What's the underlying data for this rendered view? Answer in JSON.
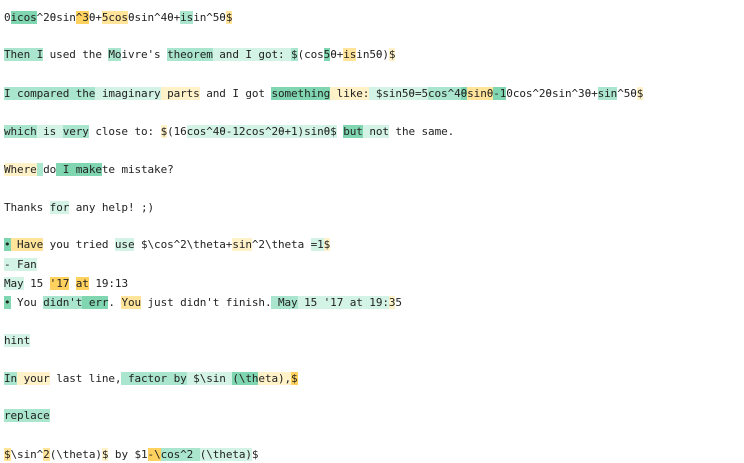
{
  "lines": [
    [
      [
        "0",
        ""
      ],
      [
        "icos",
        ""
      ],
      [
        "^2θsin",
        ""
      ],
      [
        "^3",
        ""
      ],
      [
        "θ+",
        ""
      ],
      [
        "5cos",
        ""
      ],
      [
        "θsin^4θ+",
        ""
      ],
      [
        "is",
        ""
      ],
      [
        "in^5θ",
        ""
      ],
      [
        "$",
        ""
      ]
    ],
    [
      [
        "Then I",
        ""
      ],
      [
        " used the ",
        ""
      ],
      [
        "Mo",
        ""
      ],
      [
        "ivre's ",
        ""
      ],
      [
        "theorem",
        ""
      ],
      [
        " and",
        ""
      ],
      [
        " I got: ",
        ""
      ],
      [
        "$",
        ""
      ],
      [
        "(cos",
        ""
      ],
      [
        "5",
        ""
      ],
      [
        "θ+",
        ""
      ],
      [
        "is",
        ""
      ],
      [
        "in5θ)",
        ""
      ],
      [
        "$",
        ""
      ]
    ],
    [
      [
        "I",
        ""
      ],
      [
        " compared the",
        ""
      ],
      [
        " imaginary",
        ""
      ],
      [
        " parts",
        ""
      ],
      [
        " and I got ",
        ""
      ],
      [
        "something",
        ""
      ],
      [
        " like:",
        ""
      ],
      [
        " $sin5θ=5",
        ""
      ],
      [
        "cos^4",
        ""
      ],
      [
        "θ",
        ""
      ],
      [
        "sinθ",
        ""
      ],
      [
        "-1",
        ""
      ],
      [
        "0cos^2θsin^3θ+",
        ""
      ],
      [
        "sin",
        ""
      ],
      [
        "^5θ",
        ""
      ],
      [
        "$",
        ""
      ]
    ],
    [
      [
        "which",
        ""
      ],
      [
        " is ",
        ""
      ],
      [
        "very",
        ""
      ],
      [
        " close to: ",
        ""
      ],
      [
        "$",
        ""
      ],
      [
        "(16",
        ""
      ],
      [
        "cos^4θ-12cos^2θ+1)sinθ$",
        ""
      ],
      [
        " ",
        ""
      ],
      [
        "but",
        ""
      ],
      [
        " not",
        ""
      ],
      [
        " the same.",
        ""
      ]
    ],
    [
      [
        "Where",
        ""
      ],
      [
        " ",
        ""
      ],
      [
        "do",
        ""
      ],
      [
        " I make",
        ""
      ],
      [
        "te",
        ""
      ],
      [
        " mistake?",
        ""
      ]
    ],
    [
      [
        "Thanks ",
        ""
      ],
      [
        "for",
        ""
      ],
      [
        " any help! ;)",
        ""
      ]
    ],
    [
      [
        "•",
        ""
      ],
      [
        " Have",
        ""
      ],
      [
        " you tried ",
        ""
      ],
      [
        "use",
        ""
      ],
      [
        " $\\cos^2\\theta+",
        ""
      ],
      [
        "sin",
        ""
      ],
      [
        "^2\\theta ",
        ""
      ],
      [
        "=1",
        ""
      ],
      [
        "$",
        ""
      ]
    ],
    [
      [
        "- Fan",
        ""
      ]
    ],
    [
      [
        "May",
        ""
      ],
      [
        " 15 ",
        ""
      ],
      [
        "'17",
        ""
      ],
      [
        " ",
        ""
      ],
      [
        "at",
        ""
      ],
      [
        " 19:13",
        ""
      ]
    ],
    [
      [
        "•",
        ""
      ],
      [
        " You ",
        ""
      ],
      [
        "didn't",
        ""
      ],
      [
        " err",
        ""
      ],
      [
        ". ",
        ""
      ],
      [
        "You",
        ""
      ],
      [
        " just didn't finish.",
        ""
      ],
      [
        " May",
        ""
      ],
      [
        " 15 '17 at 19:",
        ""
      ],
      [
        "3",
        ""
      ],
      [
        "5",
        ""
      ]
    ],
    [
      [
        "hint",
        ""
      ]
    ],
    [
      [
        "In",
        ""
      ],
      [
        " your",
        ""
      ],
      [
        " last line,",
        ""
      ],
      [
        " factor by",
        ""
      ],
      [
        " $\\sin ",
        ""
      ],
      [
        "(\\th",
        ""
      ],
      [
        "eta),",
        ""
      ],
      [
        "$",
        ""
      ]
    ],
    [
      [
        "replace",
        ""
      ]
    ],
    [
      [
        "$",
        ""
      ],
      [
        "\\sin^",
        ""
      ],
      [
        "2",
        ""
      ],
      [
        "(\\theta)",
        ""
      ],
      [
        "$",
        ""
      ],
      [
        " by $1",
        ""
      ],
      [
        "-\\",
        ""
      ],
      [
        "cos^2 ",
        ""
      ],
      [
        "(\\theta)",
        ""
      ],
      [
        "$",
        ""
      ]
    ]
  ],
  "colors": {
    "g1": "#a9e6cd",
    "g2": "#7fd6b0",
    "g3": "#d3f3e6",
    "y1": "#ffe49a",
    "y2": "#ffd15e",
    "y3": "#fff1c8"
  }
}
